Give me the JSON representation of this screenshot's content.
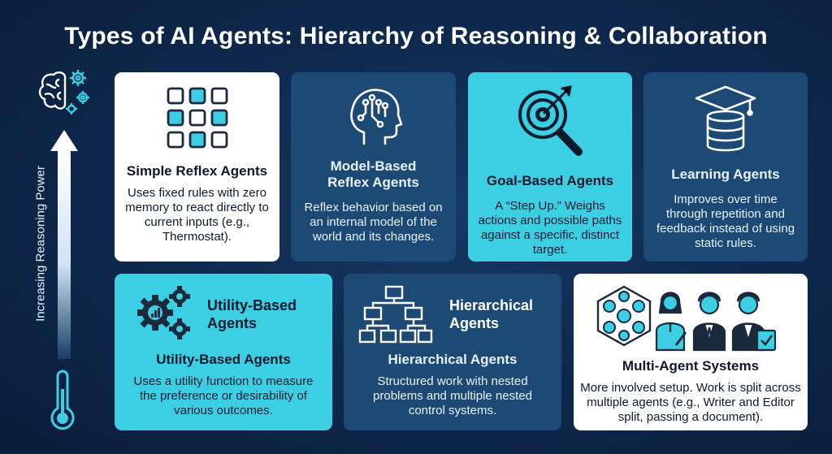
{
  "title": "Types of AI Agents: Hierarchy of Reasoning & Collaboration",
  "axis": {
    "label": "Increasing Reasoning Power"
  },
  "colors": {
    "background": "#0f2a4f",
    "cyan": "#3ccfe4",
    "navy_card": "#1c4a74",
    "white_card": "#ffffff",
    "text_dark": "#0c1a2e"
  },
  "cards": [
    {
      "title": "Simple Reflex Agents",
      "description": "Uses fixed rules with zero memory to react directly to current inputs (e.g., Thermostat).",
      "icon": "grid-icon"
    },
    {
      "title": "Model-Based Reflex Agents",
      "description": "Reflex behavior based on an internal model of the world and its changes.",
      "icon": "head-circuit-icon"
    },
    {
      "title": "Goal-Based Agents",
      "description": "A “Step Up.” Weighs actions and possible paths against a specific, distinct target.",
      "icon": "target-magnifier-icon"
    },
    {
      "title": "Learning Agents",
      "description": "Improves over time through repetition and feedback instead of using static rules.",
      "icon": "graduation-database-icon"
    },
    {
      "icon_label": "Utility-Based Agents",
      "title": "Utility-Based Agents",
      "description": "Uses a utility function to measure the preference or desirability of various outcomes.",
      "icon": "gears-icon"
    },
    {
      "icon_label": "Hierarchical Agents",
      "title": "Hierarchical Agents",
      "description": "Structured work with nested problems and multiple nested control systems.",
      "icon": "org-chart-icon"
    },
    {
      "title": "Multi-Agent Systems",
      "description": "More involved setup. Work is split across multiple agents (e.g., Writer and Editor split, passing a document).",
      "icon": "team-icon"
    }
  ]
}
